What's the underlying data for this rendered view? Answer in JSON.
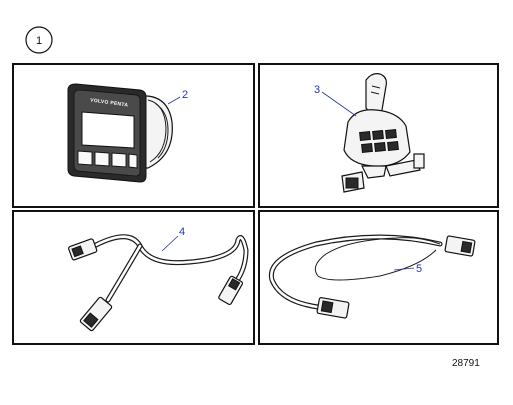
{
  "figure_number": "1",
  "items": [
    {
      "callout": "2"
    },
    {
      "callout": "3"
    },
    {
      "callout": "4"
    },
    {
      "callout": "5"
    }
  ],
  "display_brand": "VOLVO PENTA",
  "reference_number": "28791"
}
